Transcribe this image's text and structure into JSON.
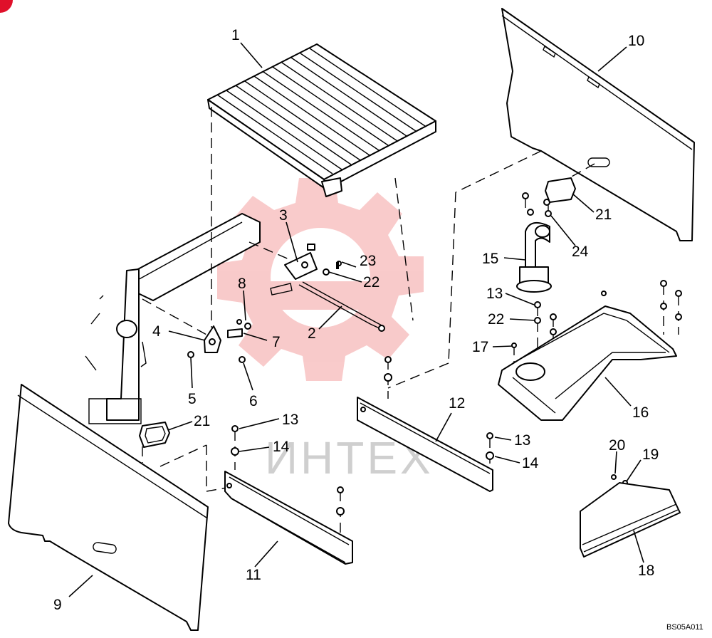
{
  "watermark": {
    "text": "ИНТЕХ",
    "gear_color": "#f4a0a0"
  },
  "drawing_code": "BS05A011",
  "colors": {
    "line": "#000000",
    "background": "#ffffff",
    "corner_mark": "#e0102a"
  },
  "callouts": [
    {
      "id": "c1",
      "label": "1"
    },
    {
      "id": "c2",
      "label": "2"
    },
    {
      "id": "c3",
      "label": "3"
    },
    {
      "id": "c4",
      "label": "4"
    },
    {
      "id": "c5",
      "label": "5"
    },
    {
      "id": "c6",
      "label": "6"
    },
    {
      "id": "c7",
      "label": "7"
    },
    {
      "id": "c8",
      "label": "8"
    },
    {
      "id": "c9",
      "label": "9"
    },
    {
      "id": "c10",
      "label": "10"
    },
    {
      "id": "c11",
      "label": "11"
    },
    {
      "id": "c12",
      "label": "12"
    },
    {
      "id": "c13a",
      "label": "13"
    },
    {
      "id": "c13b",
      "label": "13"
    },
    {
      "id": "c13c",
      "label": "13"
    },
    {
      "id": "c14a",
      "label": "14"
    },
    {
      "id": "c14b",
      "label": "14"
    },
    {
      "id": "c15",
      "label": "15"
    },
    {
      "id": "c16",
      "label": "16"
    },
    {
      "id": "c17",
      "label": "17"
    },
    {
      "id": "c18",
      "label": "18"
    },
    {
      "id": "c19",
      "label": "19"
    },
    {
      "id": "c20",
      "label": "20"
    },
    {
      "id": "c21a",
      "label": "21"
    },
    {
      "id": "c21b",
      "label": "21"
    },
    {
      "id": "c22a",
      "label": "22"
    },
    {
      "id": "c22b",
      "label": "22"
    },
    {
      "id": "c23",
      "label": "23"
    },
    {
      "id": "c24",
      "label": "24"
    }
  ]
}
